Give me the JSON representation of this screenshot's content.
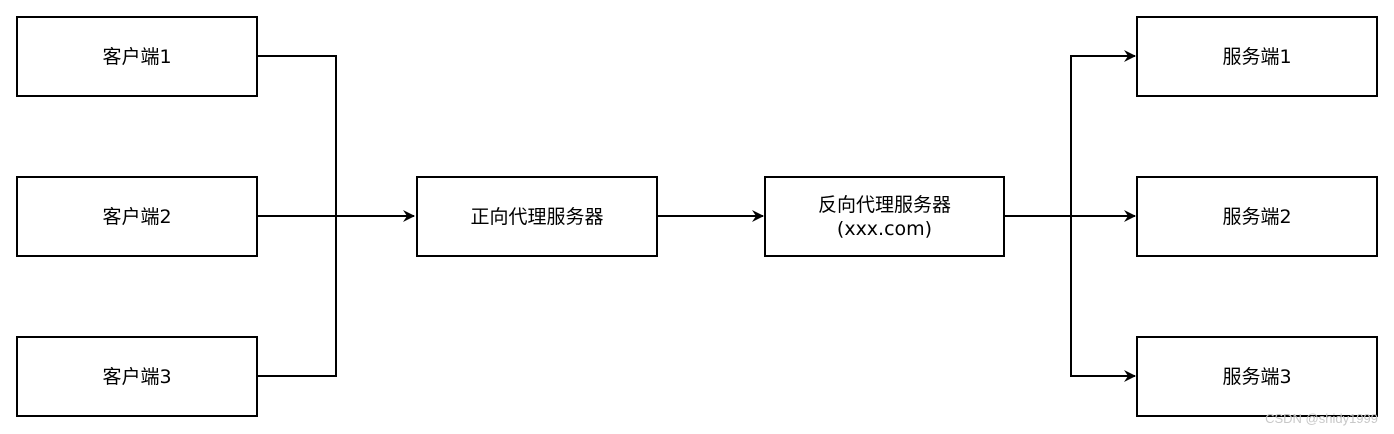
{
  "colors": {
    "stroke": "#000000",
    "fill": "#ffffff",
    "text": "#000000",
    "watermark": "#c8c8c8"
  },
  "nodes": {
    "client1": "客户端1",
    "client2": "客户端2",
    "client3": "客户端3",
    "forward_proxy": "正向代理服务器",
    "reverse_proxy": {
      "line1": "反向代理服务器",
      "line2": "(xxx.com)"
    },
    "server1": "服务端1",
    "server2": "服务端2",
    "server3": "服务端3"
  },
  "watermark": "CSDN @shidy1999"
}
